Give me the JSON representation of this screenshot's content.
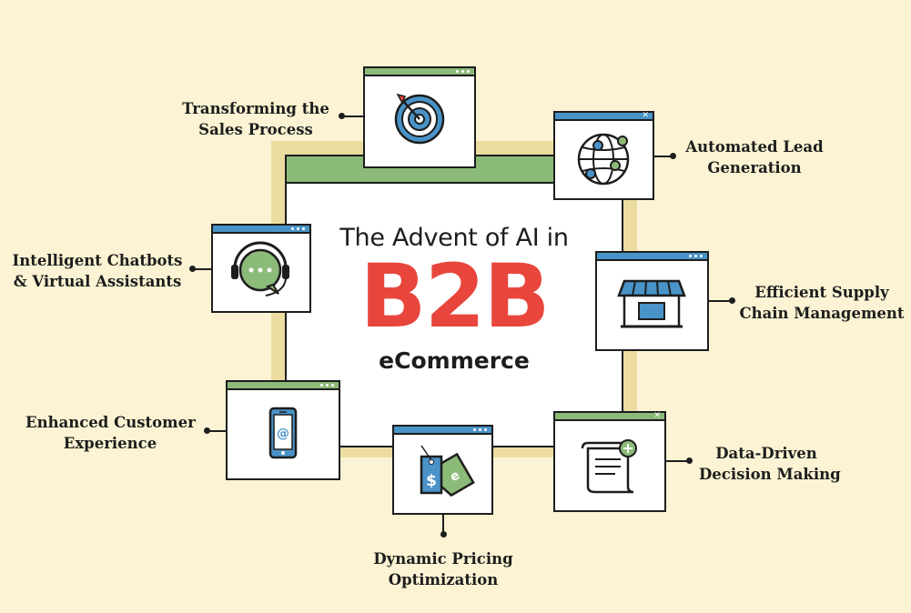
{
  "title": {
    "line1": "The Advent of AI in",
    "big": "B2B",
    "sub": "eCommerce"
  },
  "colors": {
    "background": "#fbf3d3",
    "frame": "#ecdca0",
    "green": "#8cba79",
    "blue": "#4a93c8",
    "red": "#e8463d",
    "ink": "#1d1d1d"
  },
  "items": [
    {
      "line1": "Transforming the",
      "line2": "Sales Process",
      "icon": "target-icon"
    },
    {
      "line1": "Automated Lead",
      "line2": "Generation",
      "icon": "globe-network-icon"
    },
    {
      "line1": "Intelligent Chatbots",
      "line2": "& Virtual Assistants",
      "icon": "chatbot-headset-icon"
    },
    {
      "line1": "Efficient Supply",
      "line2": "Chain Management",
      "icon": "storefront-icon"
    },
    {
      "line1": "Enhanced Customer",
      "line2": "Experience",
      "icon": "smartphone-email-icon"
    },
    {
      "line1": "Data-Driven",
      "line2": "Decision Making",
      "icon": "document-plus-icon"
    },
    {
      "line1": "Dynamic Pricing",
      "line2": "Optimization",
      "icon": "price-tags-icon"
    }
  ]
}
